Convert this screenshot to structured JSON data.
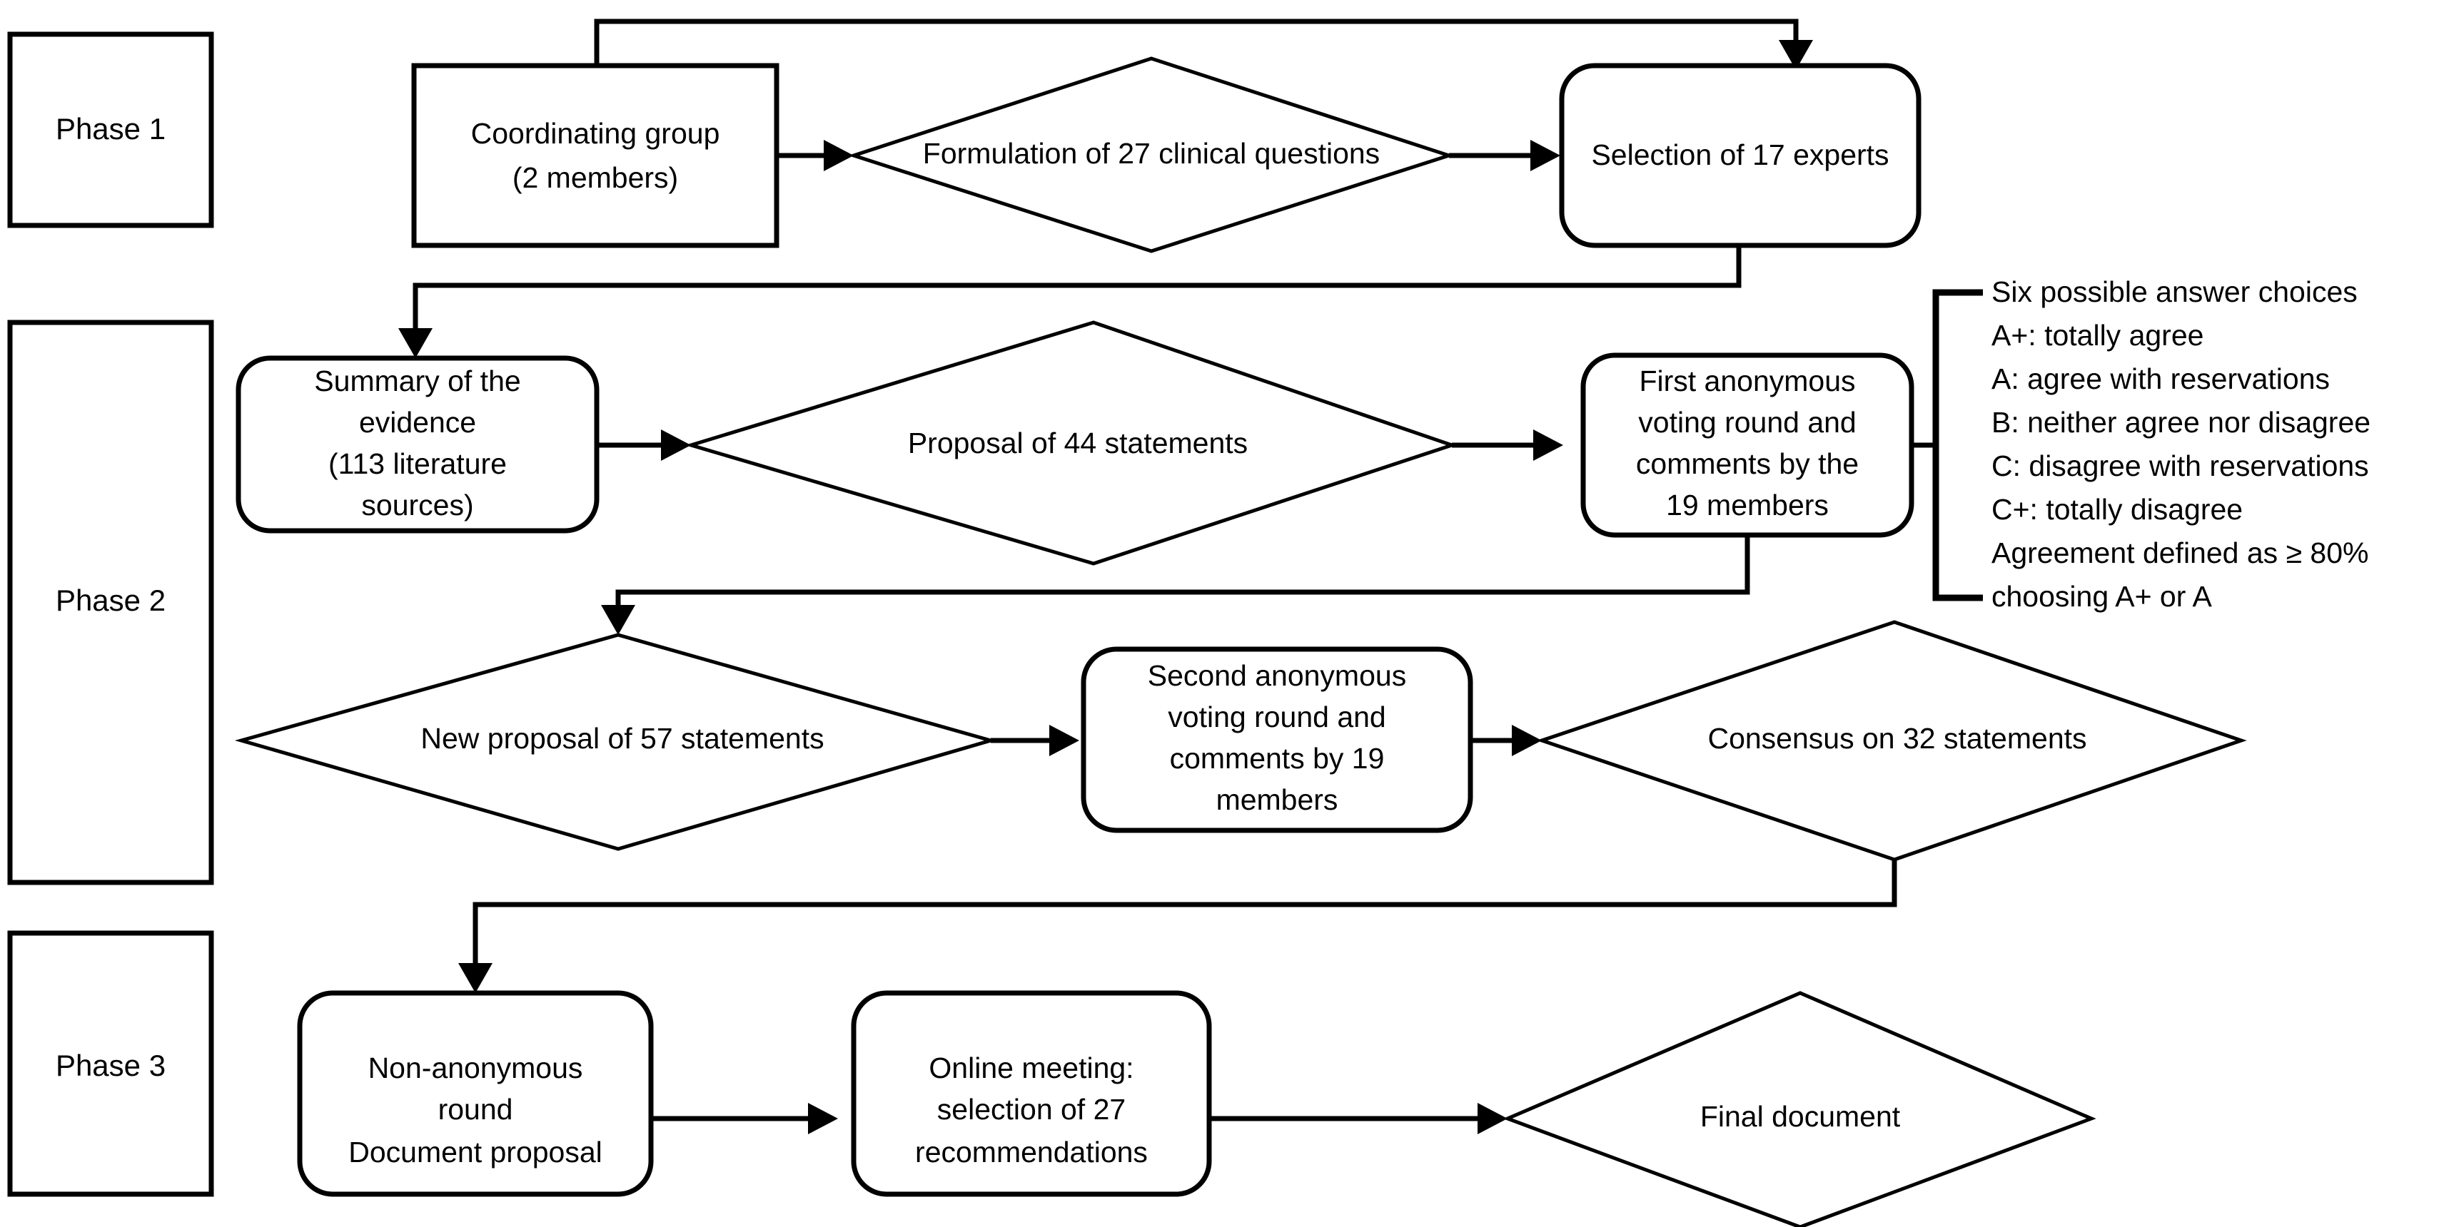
{
  "diagram": {
    "title": "Delphi consensus process flowchart",
    "stroke_color": "#000000",
    "background_color": "#ffffff"
  },
  "phases": [
    {
      "id": "phase-1",
      "label": "Phase 1"
    },
    {
      "id": "phase-2",
      "label": "Phase 2"
    },
    {
      "id": "phase-3",
      "label": "Phase 3"
    }
  ],
  "nodes": {
    "coordinating_group": {
      "shape": "rectangle",
      "lines": [
        "Coordinating group",
        "(2 members)"
      ]
    },
    "formulation_questions": {
      "shape": "diamond",
      "lines": [
        "Formulation of 27 clinical questions"
      ]
    },
    "selection_experts": {
      "shape": "rounded-rectangle",
      "lines": [
        "Selection of 17 experts"
      ]
    },
    "summary_evidence": {
      "shape": "rounded-rectangle",
      "lines": [
        "Summary of the",
        "evidence",
        "(113 literature",
        "sources)"
      ]
    },
    "proposal_44": {
      "shape": "diamond",
      "lines": [
        "Proposal of 44 statements"
      ]
    },
    "first_voting_round": {
      "shape": "rounded-rectangle",
      "lines": [
        "First anonymous",
        "voting round and",
        "comments by the",
        "19 members"
      ]
    },
    "new_proposal_57": {
      "shape": "diamond",
      "lines": [
        "New proposal of 57 statements"
      ]
    },
    "second_voting_round": {
      "shape": "rounded-rectangle",
      "lines": [
        "Second anonymous",
        "voting round and",
        "comments by 19",
        "members"
      ]
    },
    "consensus_32": {
      "shape": "diamond",
      "lines": [
        "Consensus on 32 statements"
      ]
    },
    "non_anonymous_round": {
      "shape": "rounded-rectangle",
      "lines": [
        "Non-anonymous",
        "round",
        "Document proposal"
      ]
    },
    "online_meeting": {
      "shape": "rounded-rectangle",
      "lines": [
        "Online meeting:",
        "selection of 27",
        "recommendations"
      ]
    },
    "final_document": {
      "shape": "diamond",
      "lines": [
        "Final document"
      ]
    }
  },
  "legend": {
    "bracket": "left-brace",
    "lines": [
      "Six possible answer choices",
      "A+: totally agree",
      "A: agree with reservations",
      "B: neither agree nor disagree",
      "C: disagree with reservations",
      "C+: totally disagree",
      "Agreement defined as ≥ 80%",
      "choosing A+ or A"
    ]
  }
}
